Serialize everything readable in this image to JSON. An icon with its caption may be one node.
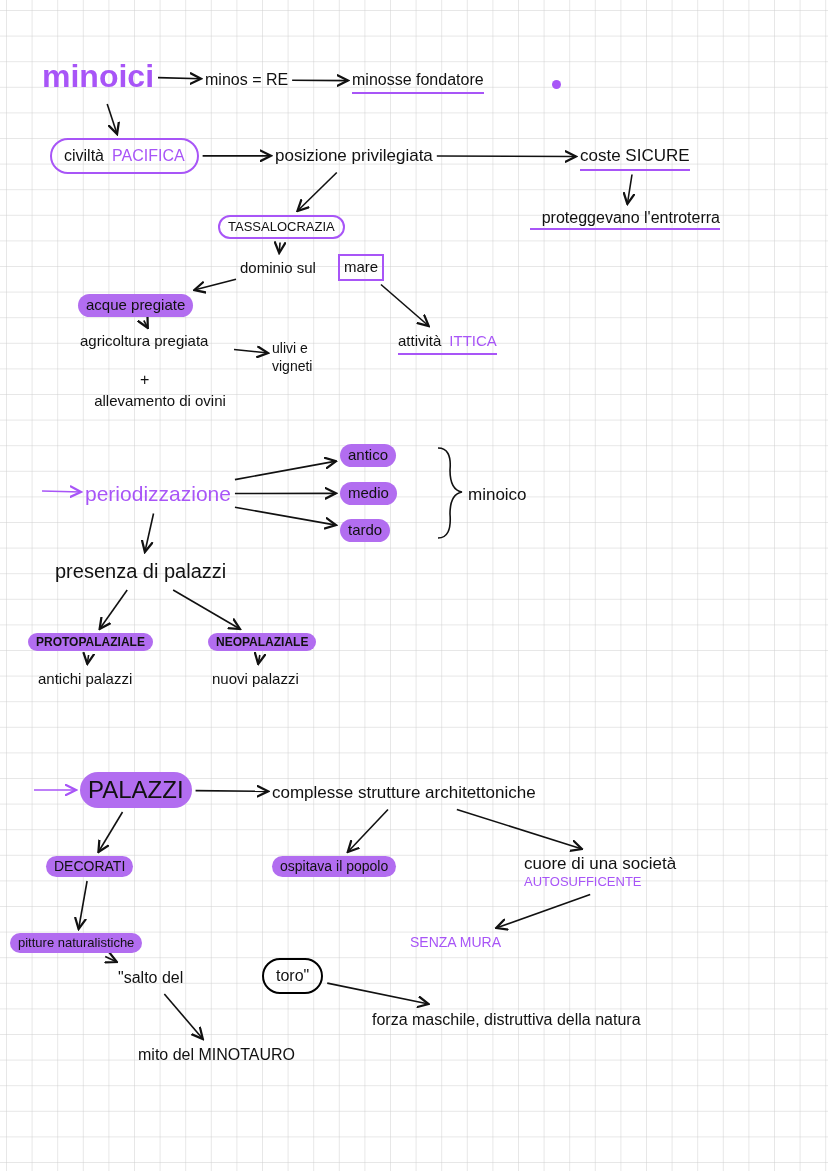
{
  "diagram": {
    "nodes": [
      {
        "text": [
          "minoici"
        ]
      },
      {
        "text": [
          "minos = RE"
        ]
      },
      {
        "text": [
          "minosse fondatore"
        ]
      },
      {
        "text": [
          "civiltà",
          "PACIFICA"
        ]
      },
      {
        "text": [
          "posizione privilegiata"
        ]
      },
      {
        "text": [
          "coste SICURE"
        ]
      },
      {
        "text": [
          "proteggevano l'entroterra"
        ]
      },
      {
        "text": [
          "TASSALOCRAZIA"
        ]
      },
      {
        "text": [
          "dominio sul"
        ]
      },
      {
        "text": [
          "mare"
        ]
      },
      {
        "text": [
          "acque pregiate"
        ]
      },
      {
        "text": [
          "agricoltura pregiata"
        ]
      },
      {
        "text": [
          "ulivi e vigneti"
        ]
      },
      {
        "text": [
          "allevamento di ovini"
        ]
      },
      {
        "text": [
          "attività",
          "ITTICA"
        ]
      },
      {
        "text": [
          "periodizzazione"
        ]
      },
      {
        "text": [
          "antico"
        ]
      },
      {
        "text": [
          "medio"
        ]
      },
      {
        "text": [
          "tardo"
        ]
      },
      {
        "text": [
          "minoico"
        ]
      },
      {
        "text": [
          "presenza di palazzi"
        ]
      },
      {
        "text": [
          "PROTOPALAZIALE"
        ]
      },
      {
        "text": [
          "NEOPALAZIALE"
        ]
      },
      {
        "text": [
          "antichi palazzi"
        ]
      },
      {
        "text": [
          "nuovi palazzi"
        ]
      },
      {
        "text": [
          "PALAZZI"
        ]
      },
      {
        "text": [
          "complesse strutture architettoniche"
        ]
      },
      {
        "text": [
          "DECORATI"
        ]
      },
      {
        "text": [
          "ospitava il popolo"
        ]
      },
      {
        "text": [
          "cuore di una società",
          "AUTOSUFFICENTE"
        ]
      },
      {
        "text": [
          "SENZA MURA"
        ]
      },
      {
        "text": [
          "pitture naturalistiche"
        ]
      },
      {
        "text": [
          "\"salto del"
        ]
      },
      {
        "text": [
          "toro\""
        ]
      },
      {
        "text": [
          "forza maschile, distruttiva della natura"
        ]
      },
      {
        "text": [
          "mito del MINOTAURO"
        ]
      }
    ],
    "edges": [
      {
        "from": 0,
        "to": 1,
        "arrow": "to"
      },
      {
        "from": 1,
        "to": 2,
        "arrow": "to"
      },
      {
        "from": 0,
        "to": 3,
        "arrow": "to"
      },
      {
        "from": 3,
        "to": 4,
        "arrow": "to"
      },
      {
        "from": 4,
        "to": 5,
        "arrow": "to"
      },
      {
        "from": 5,
        "to": 6,
        "arrow": "to"
      },
      {
        "from": 4,
        "to": 7,
        "arrow": "to"
      },
      {
        "from": 7,
        "to": 8,
        "arrow": "to"
      },
      {
        "from": 8,
        "to": 10,
        "arrow": "to"
      },
      {
        "from": 9,
        "to": 14,
        "arrow": "to"
      },
      {
        "from": 10,
        "to": 11,
        "arrow": "to"
      },
      {
        "from": 11,
        "to": 12,
        "arrow": "to"
      },
      {
        "from": null,
        "to": 15,
        "arrow": "to",
        "color": "#a855f7"
      },
      {
        "from": 15,
        "to": 16,
        "arrow": "to"
      },
      {
        "from": 15,
        "to": 17,
        "arrow": "to"
      },
      {
        "from": 15,
        "to": 18,
        "arrow": "to"
      },
      {
        "from": 15,
        "to": 20,
        "arrow": "to"
      },
      {
        "from": 20,
        "to": 21,
        "arrow": "to"
      },
      {
        "from": 20,
        "to": 22,
        "arrow": "to"
      },
      {
        "from": 21,
        "to": 23,
        "arrow": "to"
      },
      {
        "from": 22,
        "to": 24,
        "arrow": "to"
      },
      {
        "from": null,
        "to": 25,
        "arrow": "to",
        "color": "#a855f7"
      },
      {
        "from": 25,
        "to": 26,
        "arrow": "to"
      },
      {
        "from": 25,
        "to": 27,
        "arrow": "to"
      },
      {
        "from": 26,
        "to": 28,
        "arrow": "to"
      },
      {
        "from": 26,
        "to": 29,
        "arrow": "to"
      },
      {
        "from": 29,
        "to": 30,
        "arrow": "to"
      },
      {
        "from": 27,
        "to": 31,
        "arrow": "to"
      },
      {
        "from": 31,
        "to": 32,
        "arrow": "to"
      },
      {
        "from": 33,
        "to": 34,
        "arrow": "to"
      },
      {
        "from": 32,
        "to": 35,
        "arrow": "to"
      }
    ],
    "labels": [
      "+"
    ]
  }
}
